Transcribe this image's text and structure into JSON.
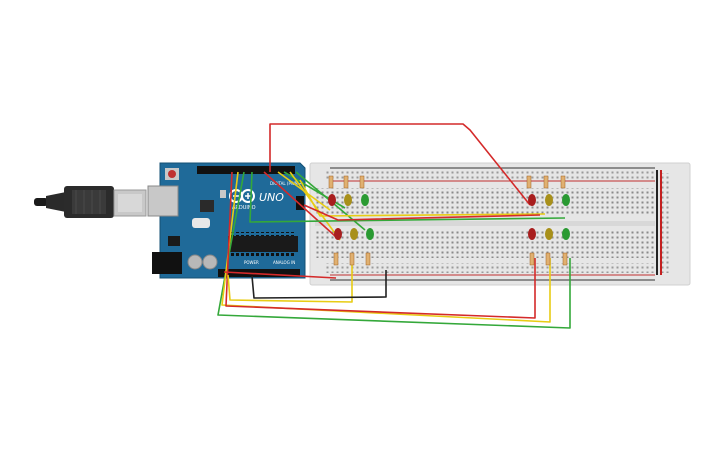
{
  "board": {
    "brand": "ARDUINO",
    "model": "UNO",
    "power_label": "POWER",
    "analog_label": "ANALOG IN",
    "digital_label": "DIGITAL (PWM~)"
  },
  "colors": {
    "board": "#1f6a99",
    "breadboard": "#e6e6e6",
    "wire_red": "#d42a2a",
    "wire_yellow": "#e8cc14",
    "wire_green": "#34a83a",
    "wire_black": "#222222",
    "led_red": "#a81e1e",
    "led_yellow": "#a8901a",
    "led_green": "#2a9a32"
  },
  "icons": {
    "usb_cable": "usb-cable-icon",
    "power_jack": "power-jack-icon",
    "chip": "microcontroller-chip-icon"
  }
}
